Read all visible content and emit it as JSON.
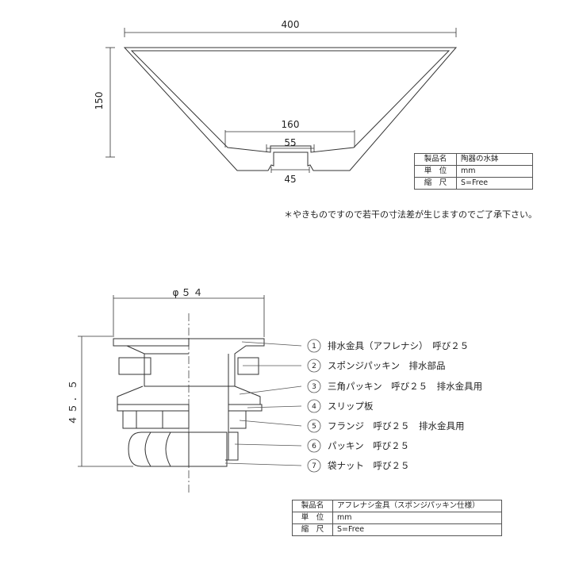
{
  "bowl": {
    "dim_width": "400",
    "dim_height": "150",
    "dim_bottom": "160",
    "dim_outlet_top": "55",
    "dim_outlet_bottom": "45",
    "note": "＊やきものですので若干の寸法差が生じますのでご了承下さい。",
    "spec": [
      {
        "label": "製品名",
        "value": "陶器の水鉢"
      },
      {
        "label": "単　位",
        "value": "mm"
      },
      {
        "label": "縮　尺",
        "value": "S=Free"
      }
    ]
  },
  "drain": {
    "dim_diameter": "φ５４",
    "dim_height": "４５．５",
    "parts": [
      {
        "num": "1",
        "label": "排水金具（アフレナシ）　呼び２５"
      },
      {
        "num": "2",
        "label": "スポンジパッキン　排水部品"
      },
      {
        "num": "3",
        "label": "三角パッキン　呼び２５　排水金具用"
      },
      {
        "num": "4",
        "label": "スリップ板"
      },
      {
        "num": "5",
        "label": "フランジ　呼び２５　排水金具用"
      },
      {
        "num": "6",
        "label": "パッキン　呼び２５"
      },
      {
        "num": "7",
        "label": "袋ナット　呼び２５"
      }
    ],
    "spec": [
      {
        "label": "製品名",
        "value": "アフレナシ金具（スポンジパッキン仕様）"
      },
      {
        "label": "単　位",
        "value": "mm"
      },
      {
        "label": "縮　尺",
        "value": "S=Free"
      }
    ]
  }
}
